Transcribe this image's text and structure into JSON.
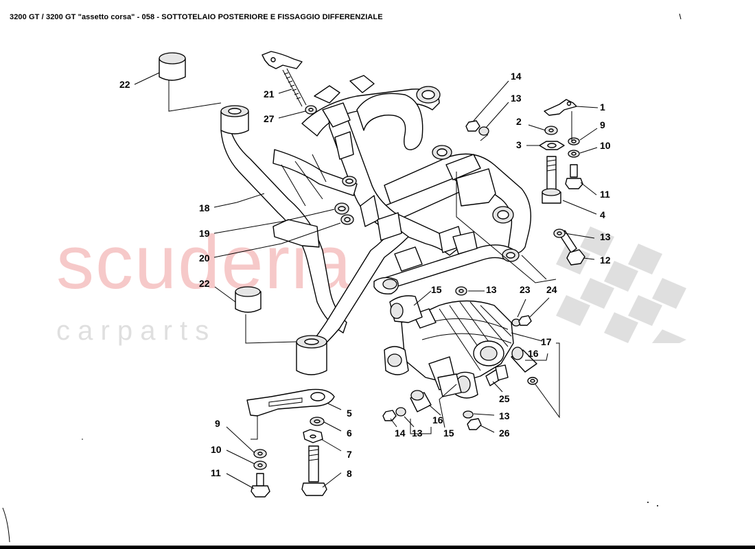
{
  "title": "3200 GT / 3200 GT \"assetto corsa\" - 058 - SOTTOTELAIO POSTERIORE E FISSAGGIO DIFFERENZIALE",
  "watermark": {
    "main": "scuderia",
    "sub": "c a r   p a r t s",
    "color": "#f4b8b8"
  },
  "callouts": [
    "1",
    "2",
    "3",
    "4",
    "5",
    "6",
    "7",
    "8",
    "9",
    "10",
    "11",
    "12",
    "13",
    "14",
    "15",
    "16",
    "17",
    "18",
    "19",
    "20",
    "21",
    "22",
    "23",
    "24",
    "25",
    "26",
    "27"
  ]
}
